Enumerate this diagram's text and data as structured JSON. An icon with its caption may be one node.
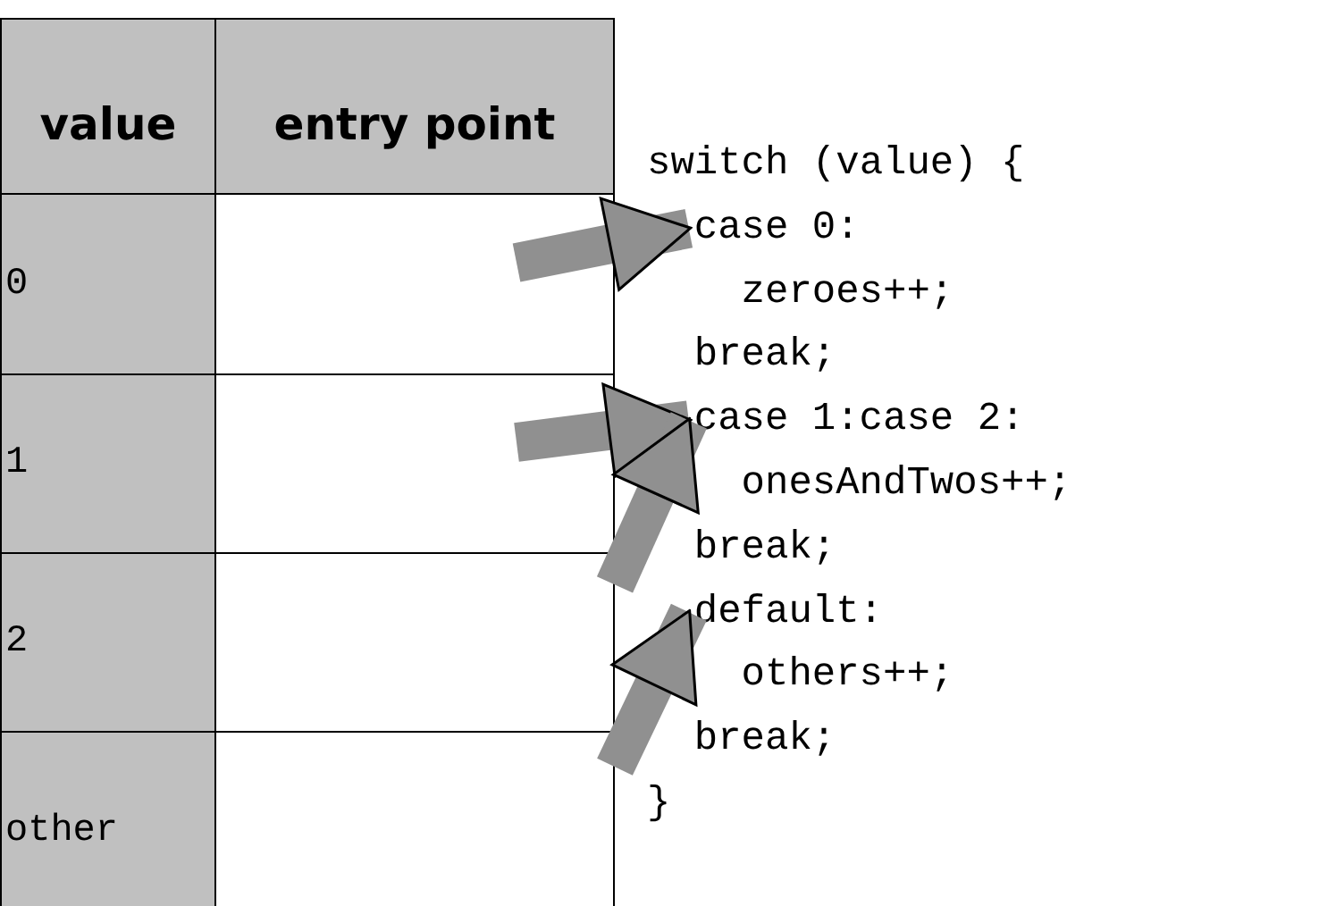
{
  "diagram": {
    "nodes": [
      {
        "text": [],
        "shape": "box"
      },
      {
        "text": [],
        "shape": "box"
      },
      {
        "text": [],
        "shape": "box"
      },
      {
        "text": [],
        "shape": "box"
      },
      {
        "text": [
          "case 0:"
        ]
      },
      {
        "text": [
          "case 1:case 2:"
        ]
      },
      {
        "text": [
          "default:"
        ]
      }
    ],
    "edges": [
      {
        "from": 0,
        "to": 4,
        "arrow": "to"
      },
      {
        "from": 1,
        "to": 5,
        "arrow": "to"
      },
      {
        "from": 2,
        "to": 5,
        "arrow": "to"
      },
      {
        "from": 3,
        "to": 6,
        "arrow": "to"
      }
    ],
    "labels": [
      "value",
      "entry point",
      "0",
      "1",
      "2",
      "other",
      "switch (value) {",
      "zeroes++;",
      "break;",
      "onesAndTwos++;",
      "break;",
      "others++;",
      "break;",
      "}"
    ]
  }
}
